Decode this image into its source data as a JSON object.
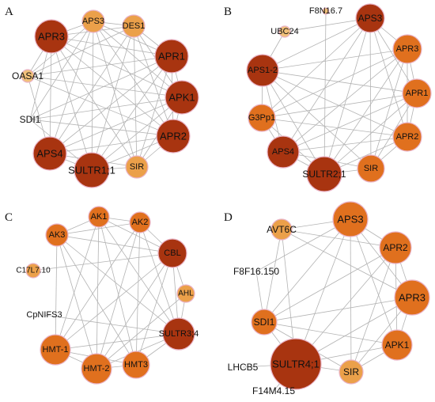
{
  "colors": {
    "node_dark": "#a83410",
    "node_mid": "#e0701e",
    "node_light": "#eba04a",
    "node_pale": "#f1c07a",
    "node_outline": "#e9b3c6",
    "edge": "#b3b3b3"
  },
  "panels": [
    {
      "letter": "A",
      "nodes": [
        {
          "id": "APS3",
          "label": "APS3",
          "tone": "light"
        },
        {
          "id": "DES1",
          "label": "DES1",
          "tone": "light"
        },
        {
          "id": "APR1",
          "label": "APR1",
          "tone": "dark"
        },
        {
          "id": "APK1",
          "label": "APK1",
          "tone": "dark"
        },
        {
          "id": "APR2",
          "label": "APR2",
          "tone": "dark"
        },
        {
          "id": "SIR",
          "label": "SIR",
          "tone": "light"
        },
        {
          "id": "SULTR1;1",
          "label": "SULTR1;1",
          "tone": "dark"
        },
        {
          "id": "APS4",
          "label": "APS4",
          "tone": "dark"
        },
        {
          "id": "SDI1",
          "label": "SDI1",
          "tone": "none"
        },
        {
          "id": "OASA1",
          "label": "OASA1",
          "tone": "pale"
        },
        {
          "id": "APR3",
          "label": "APR3",
          "tone": "dark"
        }
      ],
      "edges": [
        [
          "APS3",
          "DES1"
        ],
        [
          "APS3",
          "APR1"
        ],
        [
          "APS3",
          "APK1"
        ],
        [
          "APS3",
          "APR2"
        ],
        [
          "APS3",
          "SIR"
        ],
        [
          "APS3",
          "SULTR1;1"
        ],
        [
          "APS3",
          "APS4"
        ],
        [
          "APS3",
          "SDI1"
        ],
        [
          "APS3",
          "OASA1"
        ],
        [
          "APS3",
          "APR3"
        ],
        [
          "DES1",
          "APR1"
        ],
        [
          "DES1",
          "APK1"
        ],
        [
          "DES1",
          "APR2"
        ],
        [
          "DES1",
          "SIR"
        ],
        [
          "DES1",
          "SULTR1;1"
        ],
        [
          "DES1",
          "APS4"
        ],
        [
          "DES1",
          "OASA1"
        ],
        [
          "DES1",
          "APR3"
        ],
        [
          "APR1",
          "APK1"
        ],
        [
          "APR1",
          "APR2"
        ],
        [
          "APR1",
          "SIR"
        ],
        [
          "APR1",
          "SULTR1;1"
        ],
        [
          "APR1",
          "APS4"
        ],
        [
          "APR1",
          "SDI1"
        ],
        [
          "APR1",
          "OASA1"
        ],
        [
          "APR1",
          "APR3"
        ],
        [
          "APK1",
          "APR2"
        ],
        [
          "APK1",
          "SIR"
        ],
        [
          "APK1",
          "SULTR1;1"
        ],
        [
          "APK1",
          "APS4"
        ],
        [
          "APK1",
          "SDI1"
        ],
        [
          "APK1",
          "OASA1"
        ],
        [
          "APK1",
          "APR3"
        ],
        [
          "APR2",
          "SIR"
        ],
        [
          "APR2",
          "SULTR1;1"
        ],
        [
          "APR2",
          "APS4"
        ],
        [
          "APR2",
          "SDI1"
        ],
        [
          "APR2",
          "OASA1"
        ],
        [
          "APR2",
          "APR3"
        ],
        [
          "SIR",
          "SULTR1;1"
        ],
        [
          "SIR",
          "APS4"
        ],
        [
          "SIR",
          "APR3"
        ],
        [
          "SULTR1;1",
          "APS4"
        ],
        [
          "SULTR1;1",
          "SDI1"
        ],
        [
          "SULTR1;1",
          "APR3"
        ],
        [
          "APS4",
          "OASA1"
        ],
        [
          "APS4",
          "APR3"
        ],
        [
          "SDI1",
          "APR3"
        ],
        [
          "OASA1",
          "APR3"
        ]
      ]
    },
    {
      "letter": "B",
      "nodes": [
        {
          "id": "APS3",
          "label": "APS3",
          "tone": "dark"
        },
        {
          "id": "APR3",
          "label": "APR3",
          "tone": "mid"
        },
        {
          "id": "APR1",
          "label": "APR1",
          "tone": "mid"
        },
        {
          "id": "APR2",
          "label": "APR2",
          "tone": "mid"
        },
        {
          "id": "SIR",
          "label": "SIR",
          "tone": "mid"
        },
        {
          "id": "SULTR2;1",
          "label": "SULTR2;1",
          "tone": "dark"
        },
        {
          "id": "APS4",
          "label": "APS4",
          "tone": "dark"
        },
        {
          "id": "G3Pp1",
          "label": "G3Pp1",
          "tone": "mid"
        },
        {
          "id": "APS1-2",
          "label": "APS1-2",
          "tone": "dark"
        },
        {
          "id": "UBC24",
          "label": "UBC24",
          "tone": "pale"
        },
        {
          "id": "F8N16.7",
          "label": "F8N16.7",
          "tone": "pale"
        }
      ],
      "edges": [
        [
          "APS3",
          "APR3"
        ],
        [
          "APS3",
          "APR1"
        ],
        [
          "APS3",
          "APR2"
        ],
        [
          "APS3",
          "SIR"
        ],
        [
          "APS3",
          "SULTR2;1"
        ],
        [
          "APS3",
          "APS4"
        ],
        [
          "APS3",
          "G3Pp1"
        ],
        [
          "APS3",
          "APS1-2"
        ],
        [
          "APS3",
          "UBC24"
        ],
        [
          "APR3",
          "APR1"
        ],
        [
          "APR3",
          "APR2"
        ],
        [
          "APR3",
          "SIR"
        ],
        [
          "APR3",
          "SULTR2;1"
        ],
        [
          "APR3",
          "APS4"
        ],
        [
          "APR3",
          "G3Pp1"
        ],
        [
          "APR3",
          "APS1-2"
        ],
        [
          "APR1",
          "APR2"
        ],
        [
          "APR1",
          "SIR"
        ],
        [
          "APR1",
          "SULTR2;1"
        ],
        [
          "APR1",
          "APS4"
        ],
        [
          "APR1",
          "G3Pp1"
        ],
        [
          "APR1",
          "APS1-2"
        ],
        [
          "APR2",
          "SIR"
        ],
        [
          "APR2",
          "SULTR2;1"
        ],
        [
          "APR2",
          "APS4"
        ],
        [
          "APR2",
          "G3Pp1"
        ],
        [
          "APR2",
          "APS1-2"
        ],
        [
          "SIR",
          "SULTR2;1"
        ],
        [
          "SIR",
          "APS4"
        ],
        [
          "SIR",
          "APS1-2"
        ],
        [
          "SULTR2;1",
          "APS4"
        ],
        [
          "SULTR2;1",
          "G3Pp1"
        ],
        [
          "SULTR2;1",
          "APS1-2"
        ],
        [
          "SULTR2;1",
          "F8N16.7"
        ],
        [
          "APS4",
          "G3Pp1"
        ],
        [
          "APS4",
          "APS1-2"
        ],
        [
          "G3Pp1",
          "APS1-2"
        ],
        [
          "APS1-2",
          "UBC24"
        ]
      ]
    },
    {
      "letter": "C",
      "nodes": [
        {
          "id": "AK1",
          "label": "AK1",
          "tone": "mid"
        },
        {
          "id": "AK2",
          "label": "AK2",
          "tone": "mid"
        },
        {
          "id": "CBL",
          "label": "CBL",
          "tone": "dark"
        },
        {
          "id": "AHL",
          "label": "AHL",
          "tone": "light"
        },
        {
          "id": "SULTR3;4",
          "label": "SULTR3;4",
          "tone": "dark"
        },
        {
          "id": "HMT3",
          "label": "HMT3",
          "tone": "mid"
        },
        {
          "id": "HMT-2",
          "label": "HMT-2",
          "tone": "mid"
        },
        {
          "id": "HMT-1",
          "label": "HMT-1",
          "tone": "mid"
        },
        {
          "id": "CpNIFS3",
          "label": "CpNIFS3",
          "tone": "none"
        },
        {
          "id": "C17L7.10",
          "label": "C17L7.10",
          "tone": "light"
        },
        {
          "id": "AK3",
          "label": "AK3",
          "tone": "mid"
        }
      ],
      "edges": [
        [
          "AK1",
          "AK2"
        ],
        [
          "AK1",
          "CBL"
        ],
        [
          "AK1",
          "SULTR3;4"
        ],
        [
          "AK1",
          "HMT3"
        ],
        [
          "AK1",
          "HMT-2"
        ],
        [
          "AK1",
          "HMT-1"
        ],
        [
          "AK1",
          "AK3"
        ],
        [
          "AK2",
          "CBL"
        ],
        [
          "AK2",
          "SULTR3;4"
        ],
        [
          "AK2",
          "HMT3"
        ],
        [
          "AK2",
          "HMT-2"
        ],
        [
          "AK2",
          "HMT-1"
        ],
        [
          "AK2",
          "AK3"
        ],
        [
          "CBL",
          "AHL"
        ],
        [
          "CBL",
          "SULTR3;4"
        ],
        [
          "CBL",
          "HMT3"
        ],
        [
          "CBL",
          "HMT-2"
        ],
        [
          "CBL",
          "HMT-1"
        ],
        [
          "CBL",
          "C17L7.10"
        ],
        [
          "CBL",
          "AK3"
        ],
        [
          "AHL",
          "SULTR3;4"
        ],
        [
          "AHL",
          "HMT-2"
        ],
        [
          "SULTR3;4",
          "HMT3"
        ],
        [
          "SULTR3;4",
          "HMT-2"
        ],
        [
          "SULTR3;4",
          "HMT-1"
        ],
        [
          "SULTR3;4",
          "CpNIFS3"
        ],
        [
          "SULTR3;4",
          "AK3"
        ],
        [
          "HMT3",
          "HMT-2"
        ],
        [
          "HMT3",
          "HMT-1"
        ],
        [
          "HMT3",
          "AK3"
        ],
        [
          "HMT-2",
          "HMT-1"
        ],
        [
          "HMT-2",
          "AK3"
        ],
        [
          "HMT-1",
          "AK3"
        ]
      ]
    },
    {
      "letter": "D",
      "nodes": [
        {
          "id": "APS3",
          "label": "APS3",
          "tone": "mid"
        },
        {
          "id": "APR2",
          "label": "APR2",
          "tone": "mid"
        },
        {
          "id": "APR3",
          "label": "APR3",
          "tone": "mid"
        },
        {
          "id": "APK1",
          "label": "APK1",
          "tone": "mid"
        },
        {
          "id": "SIR",
          "label": "SIR",
          "tone": "light"
        },
        {
          "id": "SULTR4;1",
          "label": "SULTR4;1",
          "tone": "dark"
        },
        {
          "id": "F14M4.15",
          "label": "F14M4.15",
          "tone": "none"
        },
        {
          "id": "LHCB5",
          "label": "LHCB5",
          "tone": "none"
        },
        {
          "id": "SDI1",
          "label": "SDI1",
          "tone": "mid"
        },
        {
          "id": "F8F16.150",
          "label": "F8F16.150",
          "tone": "none"
        },
        {
          "id": "AVT6C",
          "label": "AVT6C",
          "tone": "light"
        }
      ],
      "edges": [
        [
          "APS3",
          "APR2"
        ],
        [
          "APS3",
          "APR3"
        ],
        [
          "APS3",
          "APK1"
        ],
        [
          "APS3",
          "SIR"
        ],
        [
          "APS3",
          "SULTR4;1"
        ],
        [
          "APS3",
          "SDI1"
        ],
        [
          "APS3",
          "F8F16.150"
        ],
        [
          "APS3",
          "AVT6C"
        ],
        [
          "APR2",
          "APR3"
        ],
        [
          "APR2",
          "APK1"
        ],
        [
          "APR2",
          "SIR"
        ],
        [
          "APR2",
          "SULTR4;1"
        ],
        [
          "APR2",
          "SDI1"
        ],
        [
          "APR2",
          "AVT6C"
        ],
        [
          "APR3",
          "APK1"
        ],
        [
          "APR3",
          "SIR"
        ],
        [
          "APR3",
          "SULTR4;1"
        ],
        [
          "APR3",
          "SDI1"
        ],
        [
          "APR3",
          "AVT6C"
        ],
        [
          "APK1",
          "SIR"
        ],
        [
          "APK1",
          "SULTR4;1"
        ],
        [
          "APK1",
          "SDI1"
        ],
        [
          "SIR",
          "SULTR4;1"
        ],
        [
          "SIR",
          "SDI1"
        ],
        [
          "SULTR4;1",
          "SDI1"
        ],
        [
          "SULTR4;1",
          "F14M4.15"
        ],
        [
          "SULTR4;1",
          "LHCB5"
        ],
        [
          "SULTR4;1",
          "AVT6C"
        ],
        [
          "SDI1",
          "F8F16.150"
        ],
        [
          "SDI1",
          "AVT6C"
        ]
      ]
    }
  ]
}
